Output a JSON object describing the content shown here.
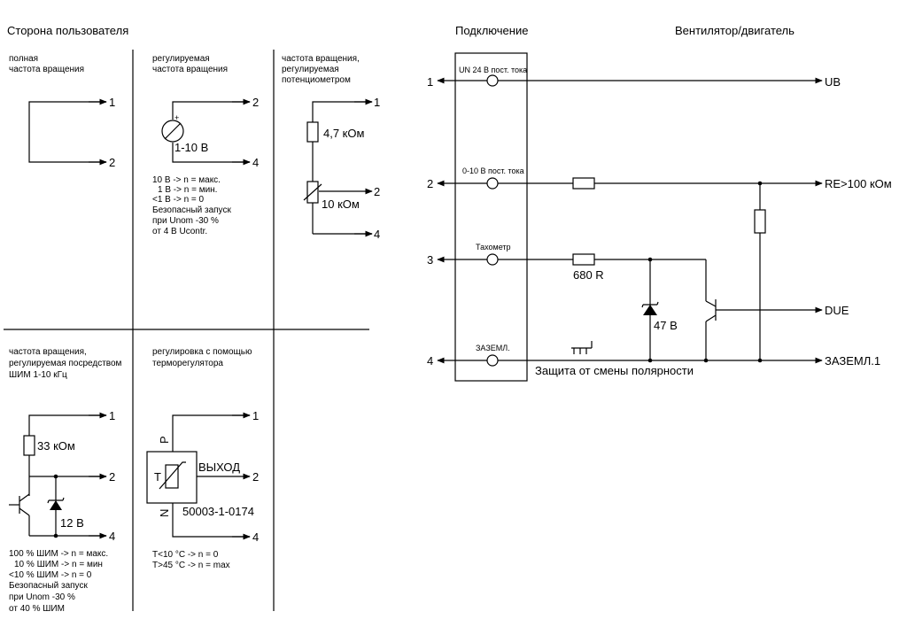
{
  "headers": {
    "user_side": "Сторона пользователя",
    "connection": "Подключение",
    "fan_motor": "Вентилятор/двигатель"
  },
  "panels": {
    "full_speed": {
      "caption": [
        "полная",
        "частота вращения"
      ]
    },
    "reg_speed": {
      "caption": [
        "регулируемая",
        "частота вращения"
      ],
      "source_label": "1-10 В",
      "plus": "+",
      "notes": [
        "10 В -> n = макс.",
        "1 В -> n = мин.",
        "<1 В -> n = 0",
        "Безопасный запуск",
        "при Unom -30 %",
        "от 4 В Ucontr."
      ]
    },
    "pot_speed": {
      "caption": [
        "частота вращения,",
        "регулируемая",
        "потенциометром"
      ],
      "r1": "4,7 кОм",
      "r2": "10 кОм"
    },
    "pwm_speed": {
      "caption": [
        "частота вращения,",
        "регулируемая посредством",
        "ШИМ 1-10 кГц"
      ],
      "r1": "33 кОм",
      "zener": "12 В",
      "notes": [
        "100 % ШИМ -> n = макс.",
        "10 % ШИМ -> n = мин",
        "<10 % ШИМ -> n = 0",
        "Безопасный запуск",
        "при Unom -30 %",
        "от 40 % ШИМ"
      ]
    },
    "thermo": {
      "caption": [
        "регулировка с помощью",
        "терморегулятора"
      ],
      "t_label": "T",
      "p_label": "P",
      "n_label": "N",
      "out_label": "ВЫХОД",
      "part": "50003-1-0174",
      "notes": [
        "T<10 °C -> n = 0",
        "T>45 °C -> n = max"
      ]
    }
  },
  "pins": [
    "1",
    "2",
    "3",
    "4"
  ],
  "connection": {
    "terminals": [
      "UN 24 В пост. тока",
      "0-10 В пост. тока",
      "Тахометр",
      "ЗАЗЕМЛ."
    ]
  },
  "fan": {
    "outputs": [
      "UB",
      "RE>100 кОм",
      "DUE",
      "ЗАЗЕМЛ.1"
    ],
    "r_tacho": "680 R",
    "zener": "47 В",
    "polarity": "Защита от смены полярности"
  }
}
